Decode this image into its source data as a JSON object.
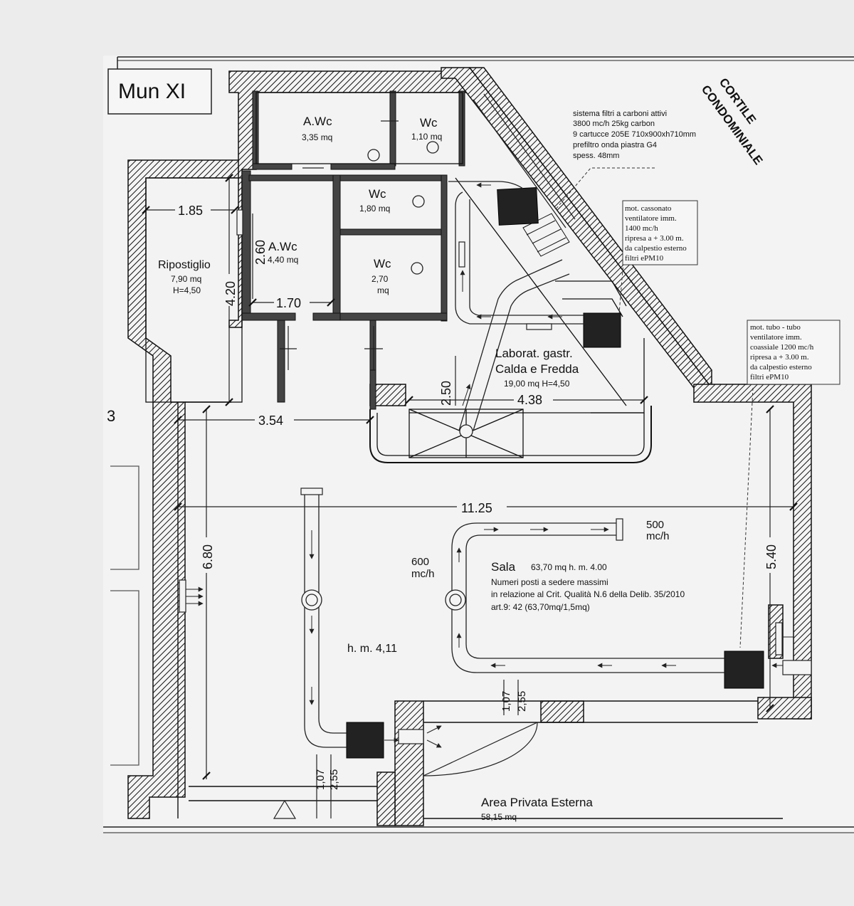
{
  "title": "Mun XI",
  "edge_label": "3",
  "courtyard": {
    "line1": "CORTILE",
    "line2": "CONDOMINIALE"
  },
  "rooms": {
    "awc_top": {
      "name": "A.Wc",
      "area": "3,35 mq"
    },
    "wc_top": {
      "name": "Wc",
      "area": "1,10 mq"
    },
    "wc_mid": {
      "name": "Wc",
      "area": "1,80 mq"
    },
    "awc_mid": {
      "name": "A.Wc",
      "area": "4,40 mq"
    },
    "wc_low": {
      "name": "Wc",
      "area1": "2,70",
      "area2": "mq"
    },
    "ripostiglio": {
      "name": "Ripostiglio",
      "area": "7,90 mq",
      "height": "H=4,50"
    },
    "lab": {
      "name1": "Laborat. gastr.",
      "name2": "Calda e Fredda",
      "area": "19,00 mq H=4,50"
    },
    "sala": {
      "name": "Sala",
      "area": "63,70 mq  h. m. 4.00",
      "line1": "Numeri posti a sedere massimi",
      "line2": "in relazione al Crit. Qualità N.6 della Delib. 35/2010",
      "line3": "art.9:    42    (63,70mq/1,5mq)"
    },
    "hall_height": "h. m. 4,11",
    "outdoor": {
      "name": "Area Privata Esterna",
      "area": "58,15 mq"
    }
  },
  "dimensions": {
    "d185": "1.85",
    "d260": "2.60",
    "d420": "4.20",
    "d170": "1.70",
    "d250": "2.50",
    "d438": "4.38",
    "d354": "3.54",
    "d1125": "11.25",
    "d680": "6.80",
    "d540": "5.40",
    "d107a": "1,07",
    "d255a": "2,55",
    "d107b": "1,07",
    "d255b": "2,55"
  },
  "airflow": {
    "flow500": "500",
    "flow500_unit": "mc/h",
    "flow600": "600",
    "flow600_unit": "mc/h"
  },
  "notes": {
    "filter": {
      "l1": "sistema filtri a carboni attivi",
      "l2": "3800 mc/h  25kg carbon",
      "l3": "9 cartucce 205E 710x900xh710mm",
      "l4": "prefiltro onda piastra G4",
      "l5": "spess. 48mm"
    },
    "motor1": {
      "l1": "mot. cassonato",
      "l2": "ventilatore imm.",
      "l3": "1400 mc/h",
      "l4": "ripresa a + 3.00 m.",
      "l5": "da calpestio esterno",
      "l6": "filtri ePM10"
    },
    "motor2": {
      "l1": "mot. tubo - tubo",
      "l2": "ventilatore imm.",
      "l3": "coassiale 1200 mc/h",
      "l4": "ripresa a + 3.00 m.",
      "l5": "da calpestio esterno",
      "l6": "filtri ePM10"
    }
  }
}
